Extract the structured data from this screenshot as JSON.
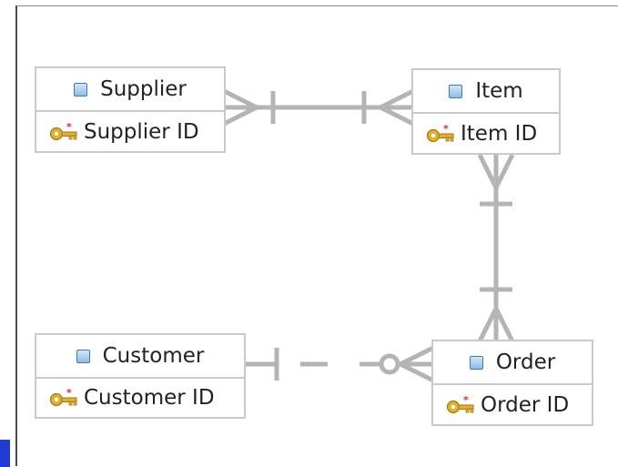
{
  "entities": {
    "supplier": {
      "title": "Supplier",
      "key": "Supplier ID"
    },
    "item": {
      "title": "Item",
      "key": "Item ID"
    },
    "customer": {
      "title": "Customer",
      "key": "Customer ID"
    },
    "order": {
      "title": "Order",
      "key": "Order ID"
    }
  },
  "relationships": [
    {
      "from": "Supplier",
      "to": "Item",
      "from_end": "one-or-many",
      "to_end": "one-or-many",
      "line": "solid"
    },
    {
      "from": "Item",
      "to": "Order",
      "from_end": "one-or-many",
      "to_end": "one-or-many",
      "line": "solid"
    },
    {
      "from": "Customer",
      "to": "Order",
      "from_end": "one",
      "to_end": "zero-or-many",
      "line": "dashed"
    }
  ],
  "colors": {
    "connector": "#b4b4b4",
    "border": "#c9c9c9",
    "entity_icon": "#8fbbe4",
    "key_icon": "#e2b02f",
    "key_star": "#e0263a"
  },
  "icons": {
    "entity": "entity-table-icon",
    "key": "primary-key-icon"
  }
}
